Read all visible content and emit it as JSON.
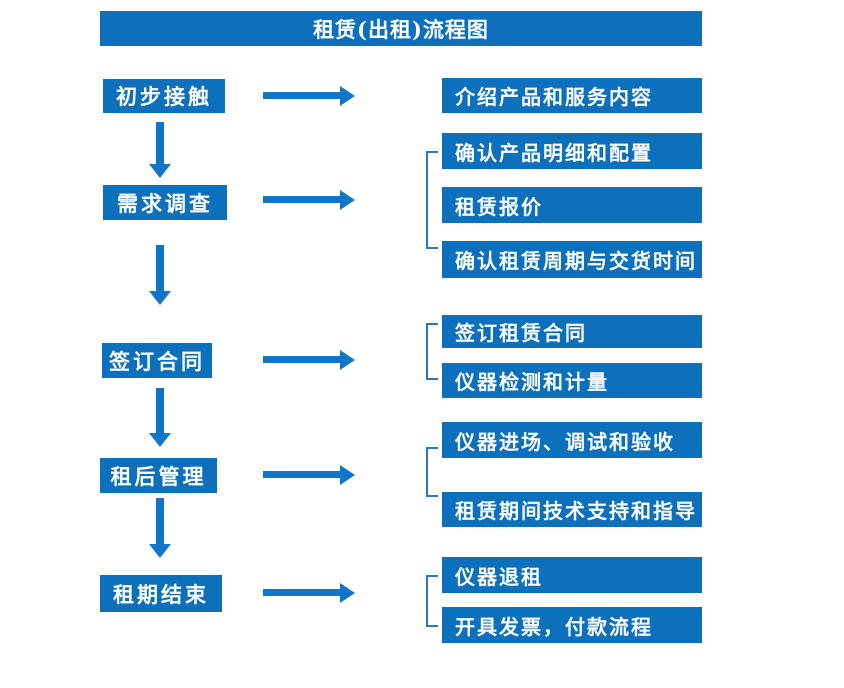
{
  "title": "租赁(出租)流程图",
  "colors": {
    "box_blue": "#0d70bc",
    "arrow_blue": "#1275c9",
    "bracket_blue": "#2f74b8",
    "text_white": "#ffffff"
  },
  "steps": [
    {
      "label": "初步接触",
      "details": [
        "介绍产品和服务内容"
      ]
    },
    {
      "label": "需求调查",
      "details": [
        "确认产品明细和配置",
        "租赁报价",
        "确认租赁周期与交货时间"
      ]
    },
    {
      "label": "签订合同",
      "details": [
        "签订租赁合同",
        "仪器检测和计量"
      ]
    },
    {
      "label": "租后管理",
      "details": [
        "仪器进场、调试和验收",
        "租赁期间技术支持和指导"
      ]
    },
    {
      "label": "租期结束",
      "details": [
        "仪器退租",
        "开具发票，付款流程"
      ]
    }
  ]
}
